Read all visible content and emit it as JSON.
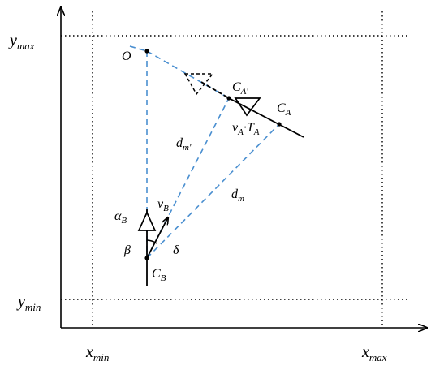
{
  "labels": {
    "y_max": {
      "main": "y",
      "sub": "max"
    },
    "y_min": {
      "main": "y",
      "sub": "min"
    },
    "x_min": {
      "main": "x",
      "sub": "min"
    },
    "x_max": {
      "main": "x",
      "sub": "max"
    },
    "origin": "O",
    "c_a_prime": {
      "main": "C",
      "sub": "A'"
    },
    "c_a": {
      "main": "C",
      "sub": "A"
    },
    "va_ta": {
      "v": "v",
      "v_sub": "A",
      "dot": "·",
      "t": "T",
      "t_sub": "A"
    },
    "d_m_prime": {
      "main": "d",
      "sub": "m'"
    },
    "d_m": {
      "main": "d",
      "sub": "m"
    },
    "alpha_b": {
      "main": "α",
      "sub": "B"
    },
    "v_b": {
      "main": "v",
      "sub": "B"
    },
    "beta": "β",
    "delta": "δ",
    "c_b": {
      "main": "C",
      "sub": "B"
    }
  },
  "colors": {
    "distance_lines": "#4a8fd0",
    "strokes": "#000000"
  }
}
